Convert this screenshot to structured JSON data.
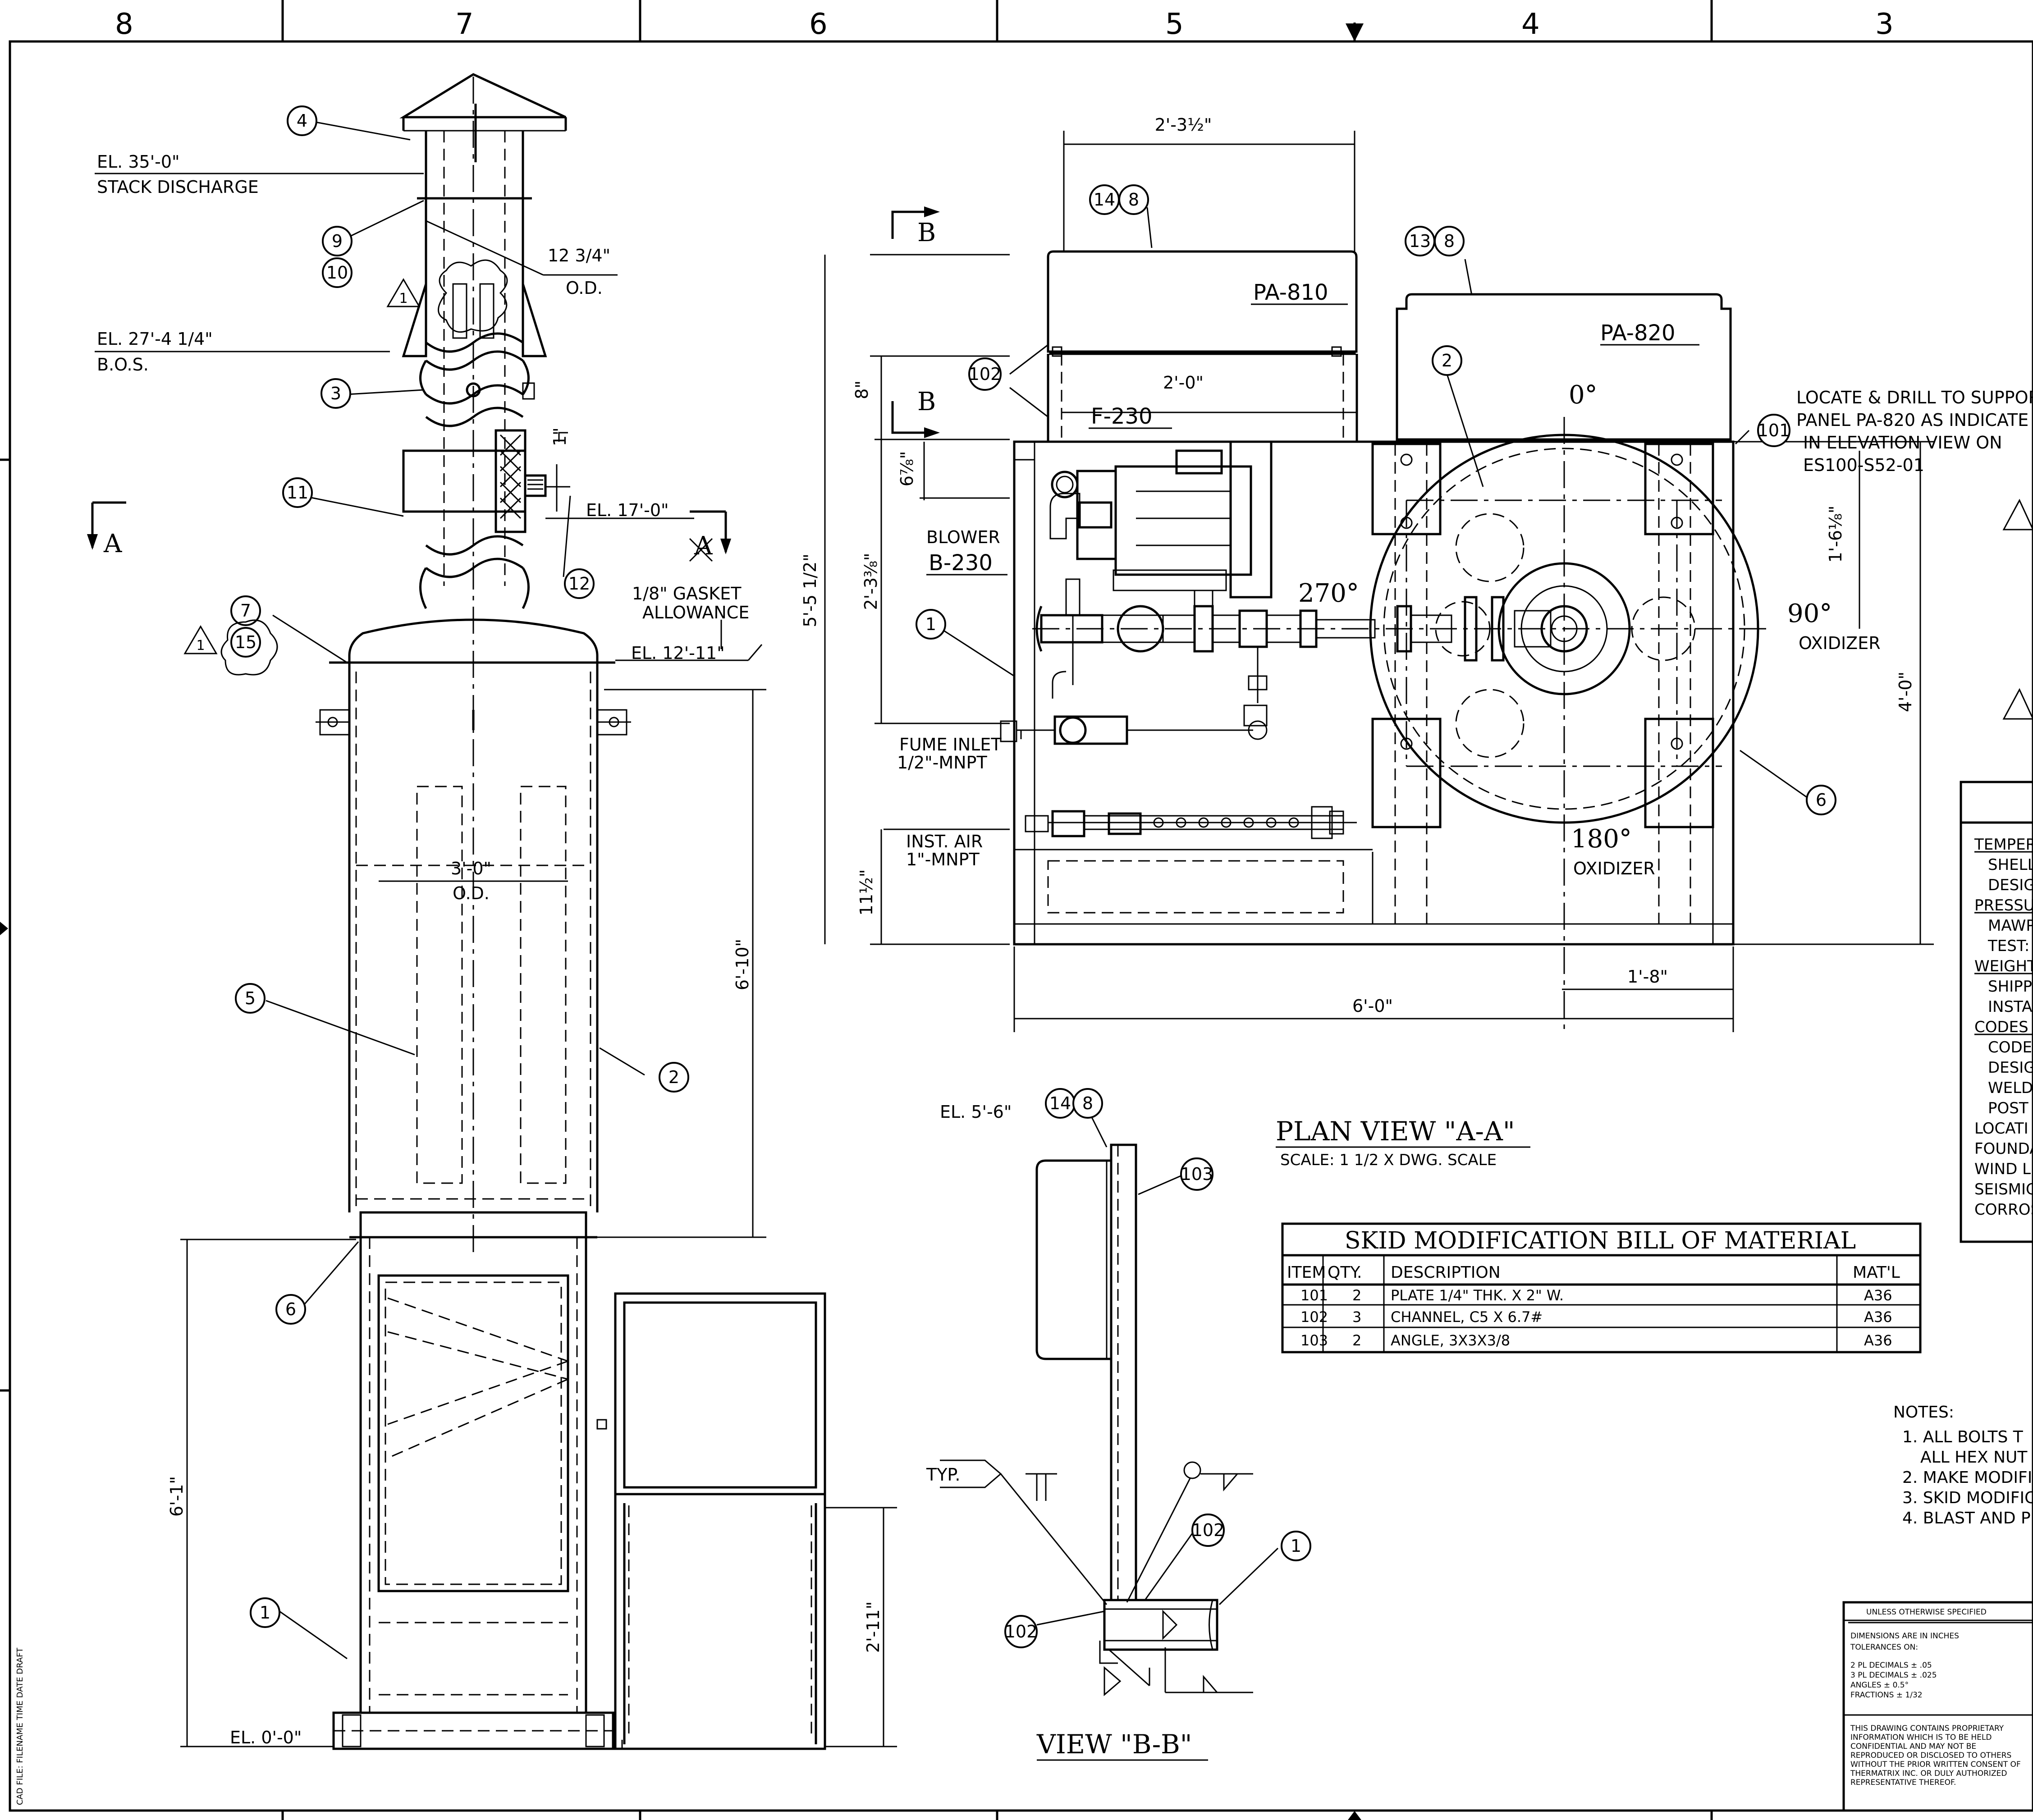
{
  "zones": [
    "8",
    "7",
    "6",
    "5",
    "4",
    "3"
  ],
  "stack": {
    "balloons": {
      "b4": "4",
      "b9": "9",
      "b10": "10",
      "b3": "3",
      "b11": "11",
      "b12": "12",
      "b7": "7",
      "b15": "15",
      "b5": "5",
      "b2": "2",
      "b6": "6",
      "b1": "1"
    },
    "rev_tri": "1",
    "el_discharge": "EL. 35'-0\"",
    "stack_discharge": "STACK DISCHARGE",
    "od_1": "12 3/4\"",
    "od_1_lbl": "O.D.",
    "el_bos": "EL. 27'-4 1/4\"",
    "bos": "B.O.S.",
    "one_in": "1\"",
    "el_17": "EL. 17'-0\"",
    "gasket_1": "1/8\" GASKET",
    "gasket_2": "ALLOWANCE",
    "el_12": "EL. 12'-11\"",
    "shell_od": "3'-0\"",
    "shell_od_lbl": "O.D.",
    "dim_shell": "6'-10\"",
    "dim_leg": "6'-1\"",
    "dim_cab": "2'-11\"",
    "el_0": "EL. 0'-0\"",
    "sect_a": "A"
  },
  "plan": {
    "title": "PLAN VIEW \"A-A\"",
    "scale": "SCALE: 1 1/2 X DWG. SCALE",
    "sect_b": "B",
    "dim_top": "2'-3½\"",
    "dim_f230": "2'-0\"",
    "dim_8": "8\"",
    "dim_overall_v": "5'-5 1/2\"",
    "dim_678": "6⅞\"",
    "dim_238": "2'-3⅜\"",
    "dim_1112": "11½\"",
    "dim_618": "1'-6⅛\"",
    "dim_4": "4'-0\"",
    "dim_18": "1'-8\"",
    "dim_6": "6'-0\"",
    "pa810": "PA-810",
    "pa820": "PA-820",
    "f230": "F-230",
    "blower": "BLOWER",
    "b230": "B-230",
    "fume_1": "FUME INLET",
    "fume_2": "1/2\"-MNPT",
    "air_1": "INST. AIR",
    "air_2": "1\"-MNPT",
    "ang0": "0°",
    "ang90": "90°",
    "ang180": "180°",
    "ang270": "270°",
    "oxidizer": "OXIDIZER",
    "b14": "14",
    "b8": "8",
    "b13": "13",
    "b102": "102",
    "b101": "101",
    "b2": "2",
    "b1": "1",
    "b6": "6",
    "locate_1": "LOCATE & DRILL TO SUPPOR",
    "locate_2": "PANEL PA-820 AS INDICATE",
    "locate_3": "IN ELEVATION VIEW ON",
    "locate_4": "ES100-S52-01"
  },
  "viewbb": {
    "title": "VIEW \"B-B\"",
    "el": "EL. 5'-6\"",
    "typ": "TYP.",
    "b14": "14",
    "b8": "8",
    "b103": "103",
    "b102a": "102",
    "b102b": "102",
    "b1": "1"
  },
  "bom": {
    "title": "SKID MODIFICATION BILL OF MATERIAL",
    "headers": [
      "ITEM",
      "QTY.",
      "DESCRIPTION",
      "MAT'L"
    ],
    "rows": [
      [
        "101",
        "2",
        "PLATE 1/4\" THK. X 2\" W.",
        "A36"
      ],
      [
        "102",
        "3",
        "CHANNEL, C5 X 6.7#",
        "A36"
      ],
      [
        "103",
        "2",
        "ANGLE, 3X3X3/8",
        "A36"
      ]
    ]
  },
  "design_labels": [
    "TEMPER",
    "SHELL",
    "DESIG",
    "PRESSU",
    "MAWP",
    "TEST:",
    "WEIGHT",
    "SHIPP",
    "INSTA",
    "CODES",
    "CODE",
    "DESIG",
    "WELDI",
    "POST",
    "LOCATI",
    "FOUNDA",
    "WIND L",
    "SEISMIC",
    "CORROS"
  ],
  "notes": {
    "title": "NOTES:",
    "lines": [
      "1. ALL BOLTS T",
      "ALL HEX NUT",
      "2. MAKE MODIFI",
      "3. SKID MODIFIC",
      "4. BLAST AND P"
    ]
  },
  "tolerance": {
    "header": "UNLESS OTHERWISE SPECIFIED",
    "lines": [
      "DIMENSIONS ARE IN INCHES",
      "TOLERANCES ON:",
      "2 PL DECIMALS ± .05",
      "3 PL DECIMALS ± .025",
      "ANGLES ±        0.5°",
      "FRACTIONS ±     1/32"
    ],
    "proprietary": [
      "THIS DRAWING CONTAINS PROPRIETARY",
      "INFORMATION WHICH IS TO BE HELD",
      "CONFIDENTIAL AND MAY NOT BE",
      "REPRODUCED OR DISCLOSED TO OTHERS",
      "WITHOUT THE PRIOR WRITTEN CONSENT OF",
      "THERMATRIX INC. OR DULY AUTHORIZED",
      "REPRESENTATIVE THEREOF."
    ]
  },
  "cad_file": "CAD FILE: FILENAME TIME DATE DRAFT"
}
